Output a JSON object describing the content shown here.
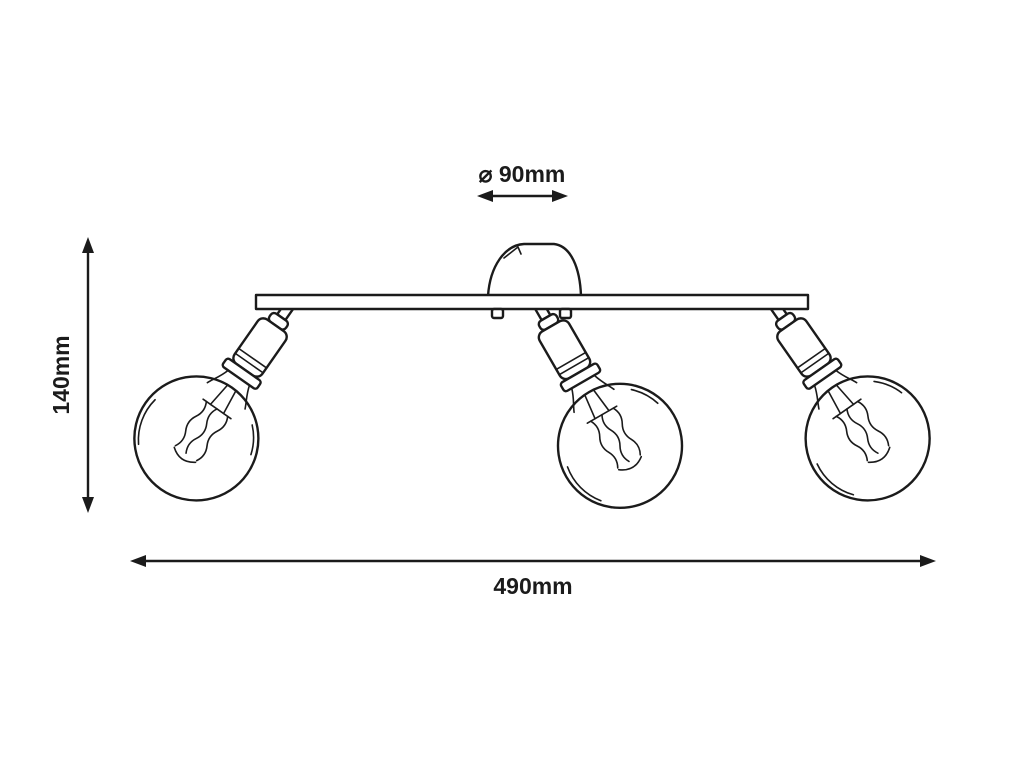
{
  "diagram": {
    "labels": {
      "diameter": "⌀ 90mm",
      "height": "140mm",
      "width": "490mm"
    },
    "colors": {
      "line": "#1b1b1b",
      "background": "#ffffff"
    }
  }
}
